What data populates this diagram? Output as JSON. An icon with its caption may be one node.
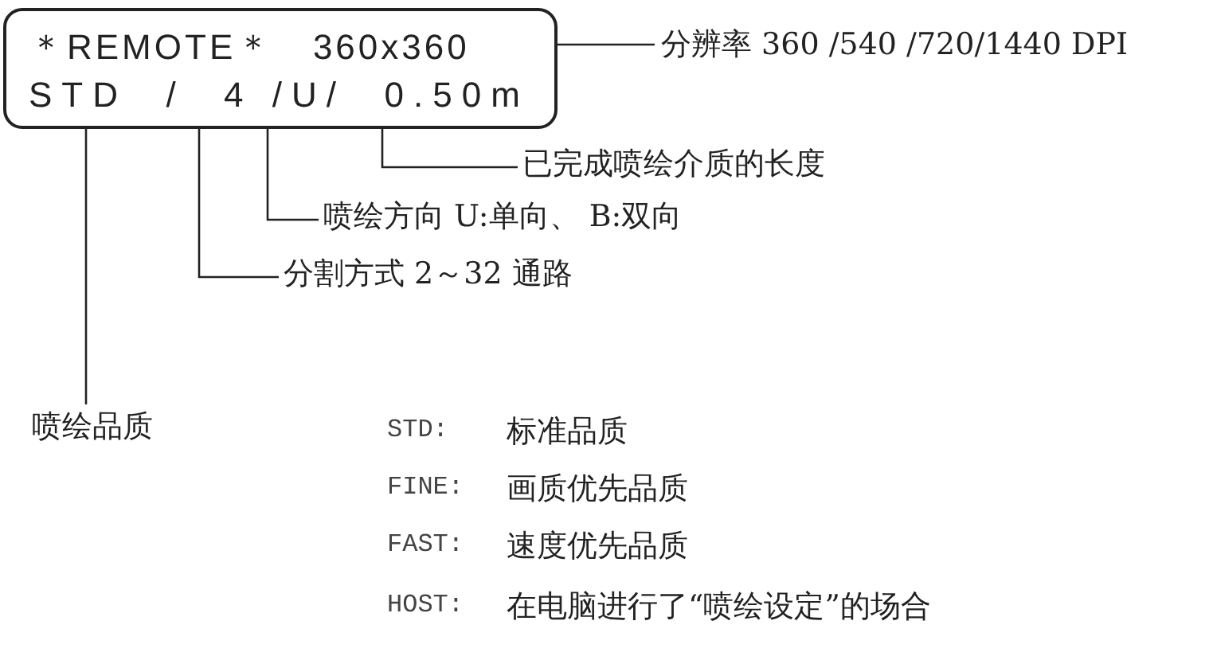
{
  "diagram": {
    "nodes": [
      {
        "text": [
          "＊REMOTE＊   360x360",
          "STD  /  4 /U/  0.50m"
        ]
      },
      {
        "text": [
          "分辨率 360 /540 /720/1440 DPI"
        ]
      },
      {
        "text": [
          "已完成喷绘介质的长度"
        ]
      },
      {
        "text": [
          "喷绘方向 U:单向、 B:双向"
        ]
      },
      {
        "text": [
          "分割方式 2～32 通路"
        ]
      },
      {
        "text": [
          "喷绘品质"
        ]
      }
    ],
    "edges": [
      {
        "from": 1,
        "to": 0,
        "arrow": "none"
      },
      {
        "from": 2,
        "to": 0,
        "arrow": "none"
      },
      {
        "from": 3,
        "to": 0,
        "arrow": "none"
      },
      {
        "from": 4,
        "to": 0,
        "arrow": "none"
      },
      {
        "from": 5,
        "to": 0,
        "arrow": "none"
      }
    ],
    "labels": [
      "STD:",
      "标准品质",
      "FINE:",
      "画质优先品质",
      "FAST:",
      "速度优先品质",
      "HOST:",
      "在电脑进行了“喷绘设定”的场合"
    ]
  }
}
